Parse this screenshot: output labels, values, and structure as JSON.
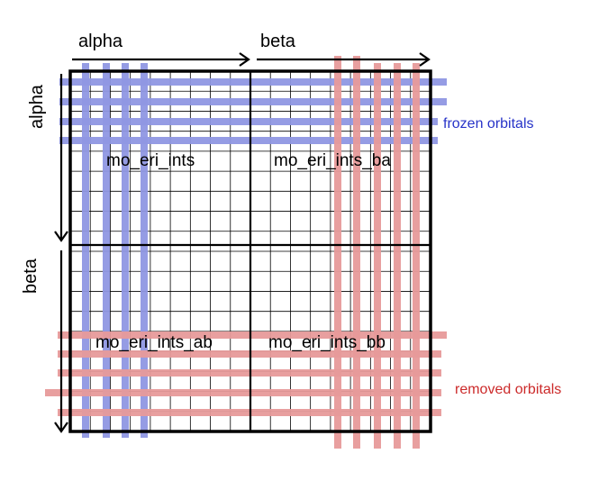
{
  "axes": {
    "top_alpha": "alpha",
    "top_beta": "beta",
    "left_alpha": "alpha",
    "left_beta": "beta"
  },
  "blocks": {
    "aa": "mo_eri_ints",
    "ba": "mo_eri_ints_ba",
    "ab": "mo_eri_ints_ab",
    "bb": "mo_eri_ints_bb"
  },
  "annotations": {
    "frozen": "frozen orbitals",
    "removed": "removed orbitals"
  },
  "colors": {
    "frozen": "#8f97e3",
    "removed": "#e79a9a",
    "frozen_text": "#2733c8",
    "removed_text": "#cc2a2a",
    "grid": "#000000"
  }
}
